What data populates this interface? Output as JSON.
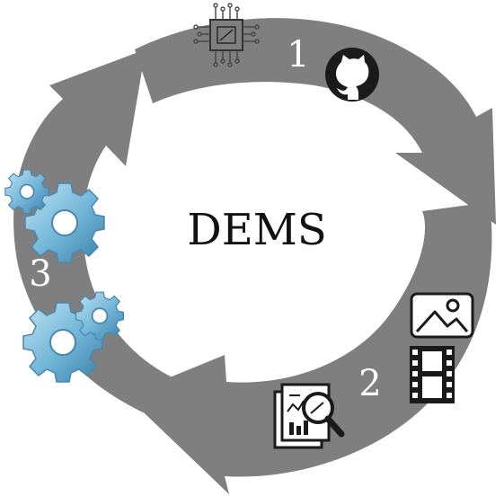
{
  "diagram": {
    "title": "DEMS",
    "steps": [
      {
        "number": "1",
        "icons": [
          "microchip-icon",
          "github-icon"
        ]
      },
      {
        "number": "2",
        "icons": [
          "image-icon",
          "film-strip-icon",
          "report-search-icon"
        ]
      },
      {
        "number": "3",
        "icons": [
          "gears-icon"
        ]
      }
    ],
    "colors": {
      "ring": "#7f7f7f",
      "background": "#ffffff",
      "gear": "#6fb4d6",
      "icon_dark": "#1a1a1a"
    }
  }
}
